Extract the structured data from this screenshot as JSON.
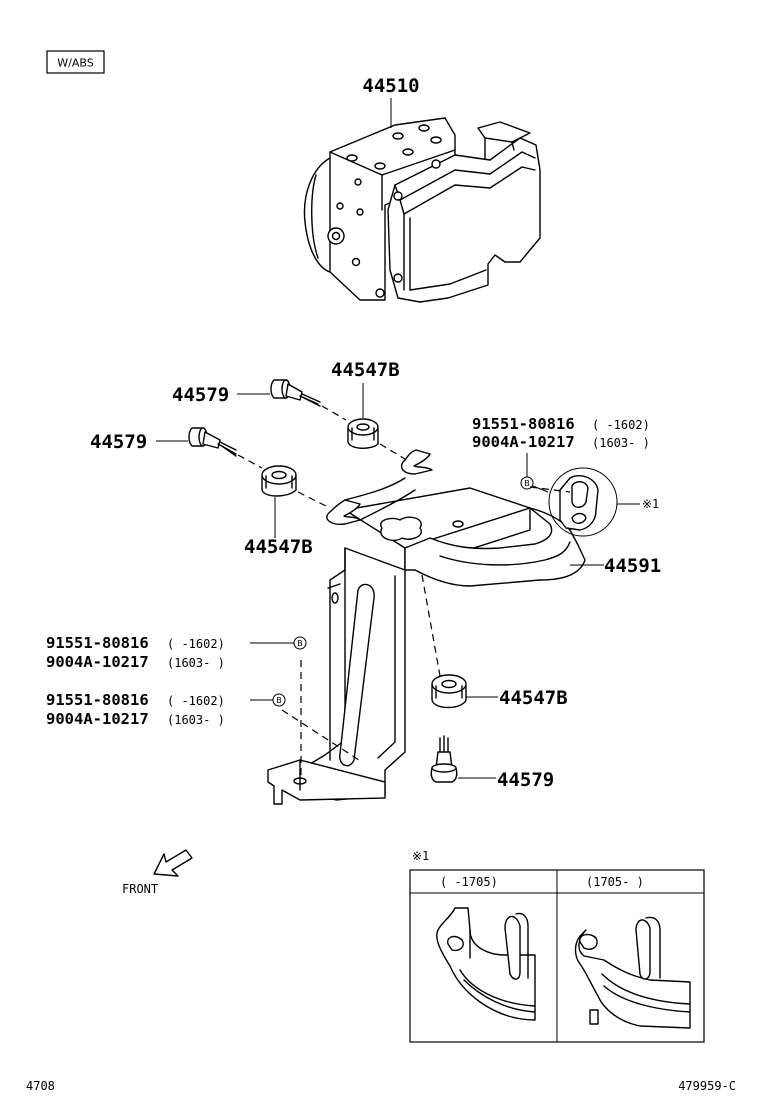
{
  "variant_tag": "W/ABS",
  "parts": {
    "actuator": "44510",
    "bolt_upper": "44579",
    "bolt_left": "44579",
    "bolt_lower": "44579",
    "cushion_upper": "44547B",
    "cushion_left": "44547B",
    "cushion_lower": "44547B",
    "bracket": "44591"
  },
  "bolt_callouts": [
    {
      "part1": "91551-80816",
      "range1": "(    -1602)",
      "part2": "9004A-10217",
      "range2": "(1603-     )",
      "marker": "B"
    },
    {
      "part1": "91551-80816",
      "range1": "(    -1602)",
      "part2": "9004A-10217",
      "range2": "(1603-     )",
      "marker": "B"
    },
    {
      "part1": "91551-80816",
      "range1": "(    -1602)",
      "part2": "9004A-10217",
      "range2": "(1603-     )",
      "marker": "B"
    }
  ],
  "detail_ref": "※1",
  "detail_table": {
    "title": "※1",
    "col1": "(     -1705)",
    "col2": "(1705-     )"
  },
  "front_label": "FRONT",
  "footer_left": "4708",
  "footer_right": "479959-C"
}
